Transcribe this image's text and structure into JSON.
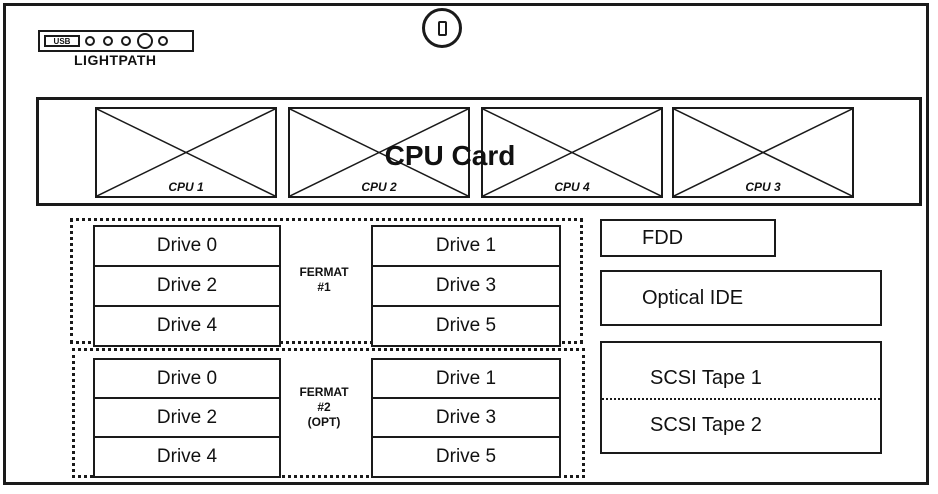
{
  "front_panel": {
    "lightpath": {
      "usb_label": "USB",
      "label": "LIGHTPATH"
    },
    "cpu_card": {
      "title": "CPU Card",
      "slots": [
        {
          "label": "CPU 1"
        },
        {
          "label": "CPU 2"
        },
        {
          "label": "CPU 4"
        },
        {
          "label": "CPU 3"
        }
      ]
    },
    "fermat_groups": [
      {
        "label": "FERMAT\n#1",
        "left_drives": [
          "Drive 0",
          "Drive 2",
          "Drive 4"
        ],
        "right_drives": [
          "Drive 1",
          "Drive 3",
          "Drive 5"
        ]
      },
      {
        "label": "FERMAT\n#2\n(OPT)",
        "left_drives": [
          "Drive 0",
          "Drive 2",
          "Drive 4"
        ],
        "right_drives": [
          "Drive 1",
          "Drive 3",
          "Drive 5"
        ]
      }
    ],
    "fdd": {
      "label": "FDD"
    },
    "optical": {
      "label": "Optical IDE"
    },
    "tapes": [
      {
        "label": "SCSI Tape 1"
      },
      {
        "label": "SCSI Tape 2"
      }
    ]
  }
}
